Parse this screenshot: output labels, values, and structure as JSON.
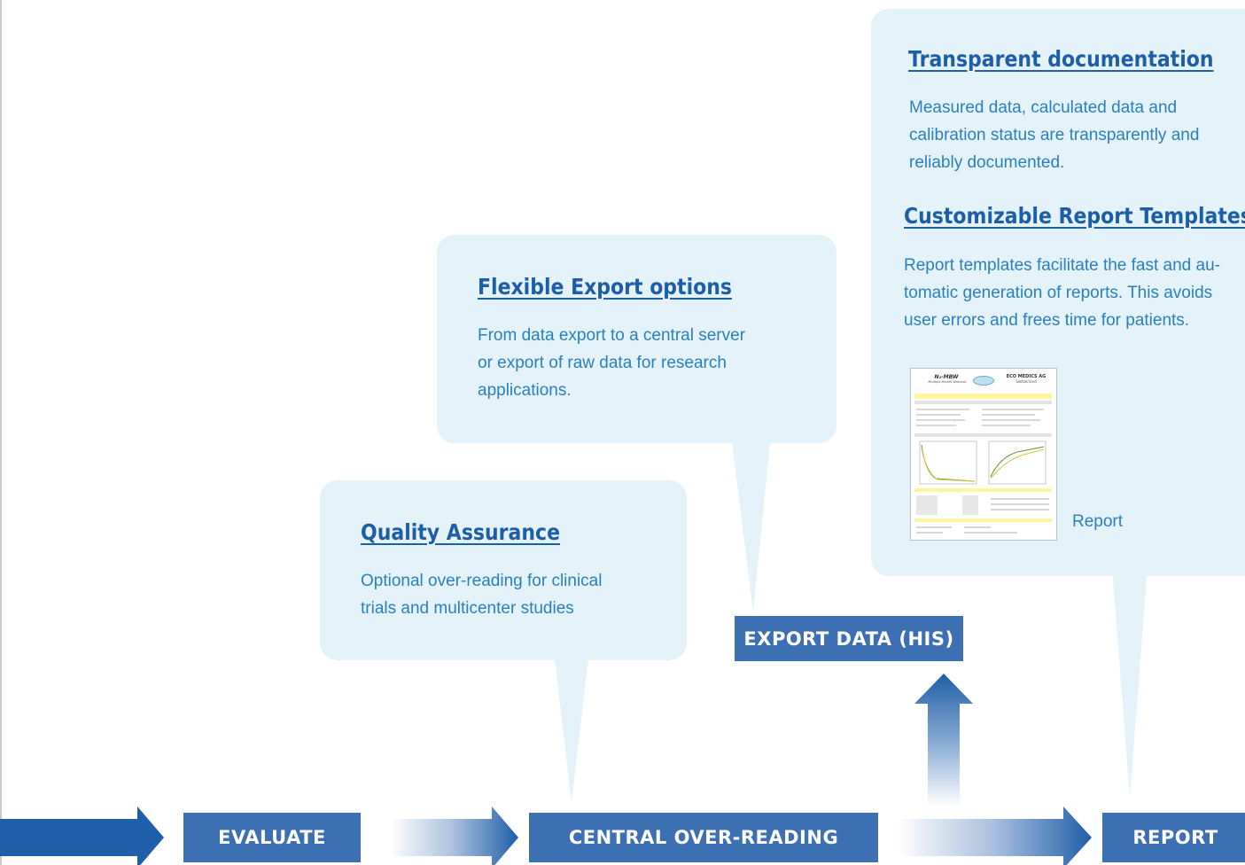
{
  "bubbles": {
    "documentation": {
      "heading1": "Transparent documentation",
      "text1": [
        "Measured data, calculated data and",
        "calibration status are transparently and",
        "reliably documented."
      ],
      "heading2": "Customizable Report Templates",
      "text2": [
        "Report templates facilitate the fast and au-",
        "tomatic generation of reports. This avoids",
        "user errors and frees time for patients."
      ],
      "thumbnail_label": "Report"
    },
    "export": {
      "heading": "Flexible Export options",
      "text": [
        "From data export to a central server",
        "or export  of raw data for research",
        "applications."
      ]
    },
    "quality": {
      "heading": "Quality Assurance",
      "text": [
        "Optional over-reading for clinical",
        "trials and multicenter studies"
      ]
    }
  },
  "report_thumbnail": {
    "title": "N₂-MBW",
    "subtitle": "Multiple Breath Washout",
    "company": "ECO MEDICS AG",
    "country": "Switzerland"
  },
  "steps": {
    "evaluate": "EVALUATE",
    "central": "CENTRAL OVER-READING",
    "report": "REPORT",
    "export": "EXPORT DATA (HIS)"
  },
  "colors": {
    "bubble_fill": "#e4f3fa",
    "heading": "#1c5ea8",
    "body_text": "#2a7fc0",
    "step_box": "#3d6fb3",
    "arrow": "#1f5ea8"
  }
}
